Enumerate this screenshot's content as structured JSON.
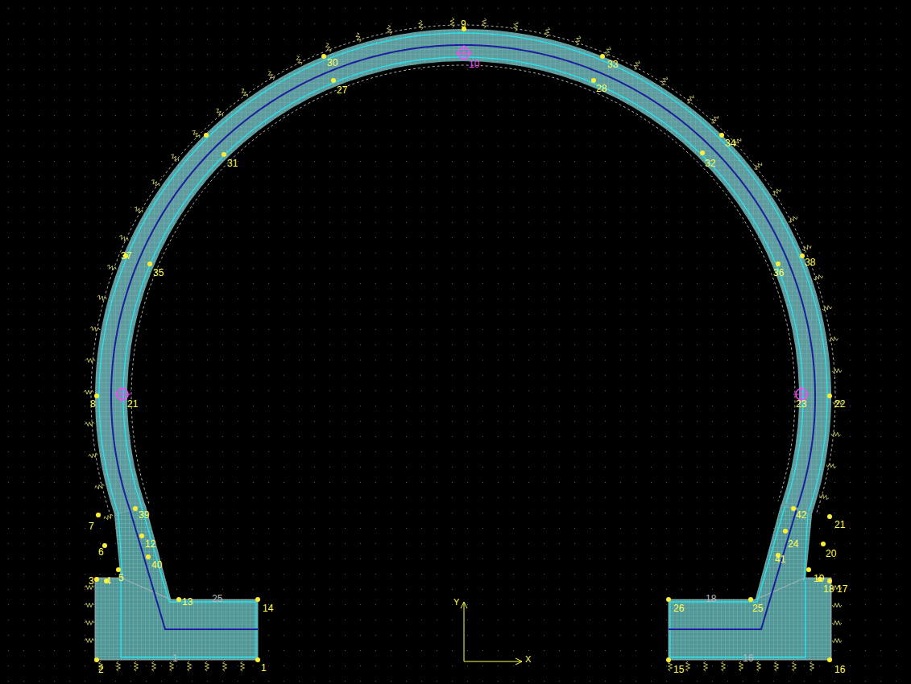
{
  "diagram": {
    "labels": [
      "9",
      "10",
      "30",
      "27",
      "33",
      "28",
      "31",
      "34",
      "32",
      "37",
      "35",
      "36",
      "38",
      "8",
      "21",
      "23",
      "22",
      "39",
      "7",
      "12",
      "6",
      "40",
      "5",
      "3",
      "4",
      "13",
      "25",
      "14",
      "1",
      "2",
      "1",
      "42",
      "21",
      "24",
      "20",
      "41",
      "19",
      "18",
      "17",
      "26",
      "18",
      "25",
      "16",
      "15",
      "16",
      "Y",
      "X"
    ]
  }
}
